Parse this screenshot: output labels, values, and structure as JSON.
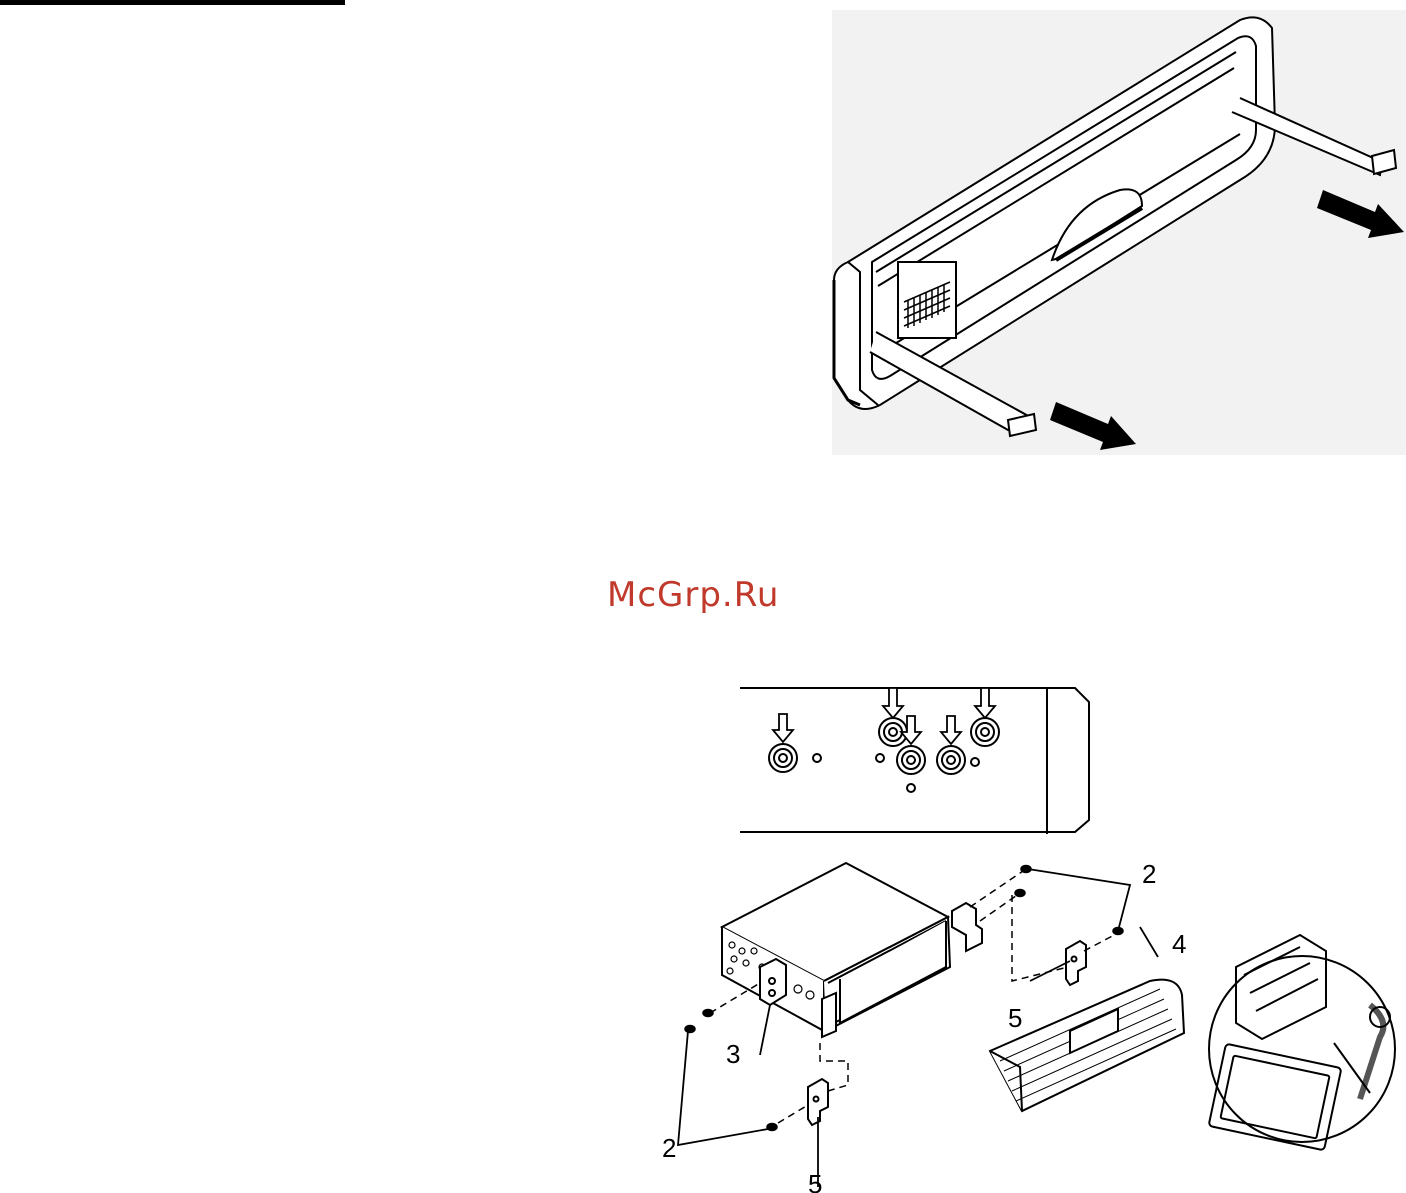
{
  "watermark": {
    "text": "McGrp.Ru",
    "color": "#c0392b"
  },
  "figures": {
    "faceplate_removal": {
      "icons": [
        "faceplate-icon",
        "release-tab-icon",
        "pull-arrow-icon"
      ]
    },
    "rear_panel": {
      "icons": [
        "rca-jack-icon",
        "down-arrow-icon"
      ]
    },
    "mounting": {
      "callouts": [
        "2",
        "4",
        "5",
        "3",
        "2",
        "5"
      ],
      "icons": [
        "head-unit-icon",
        "mounting-bracket-icon",
        "screw-icon",
        "trim-frame-icon",
        "connector-detail-icon"
      ]
    }
  }
}
